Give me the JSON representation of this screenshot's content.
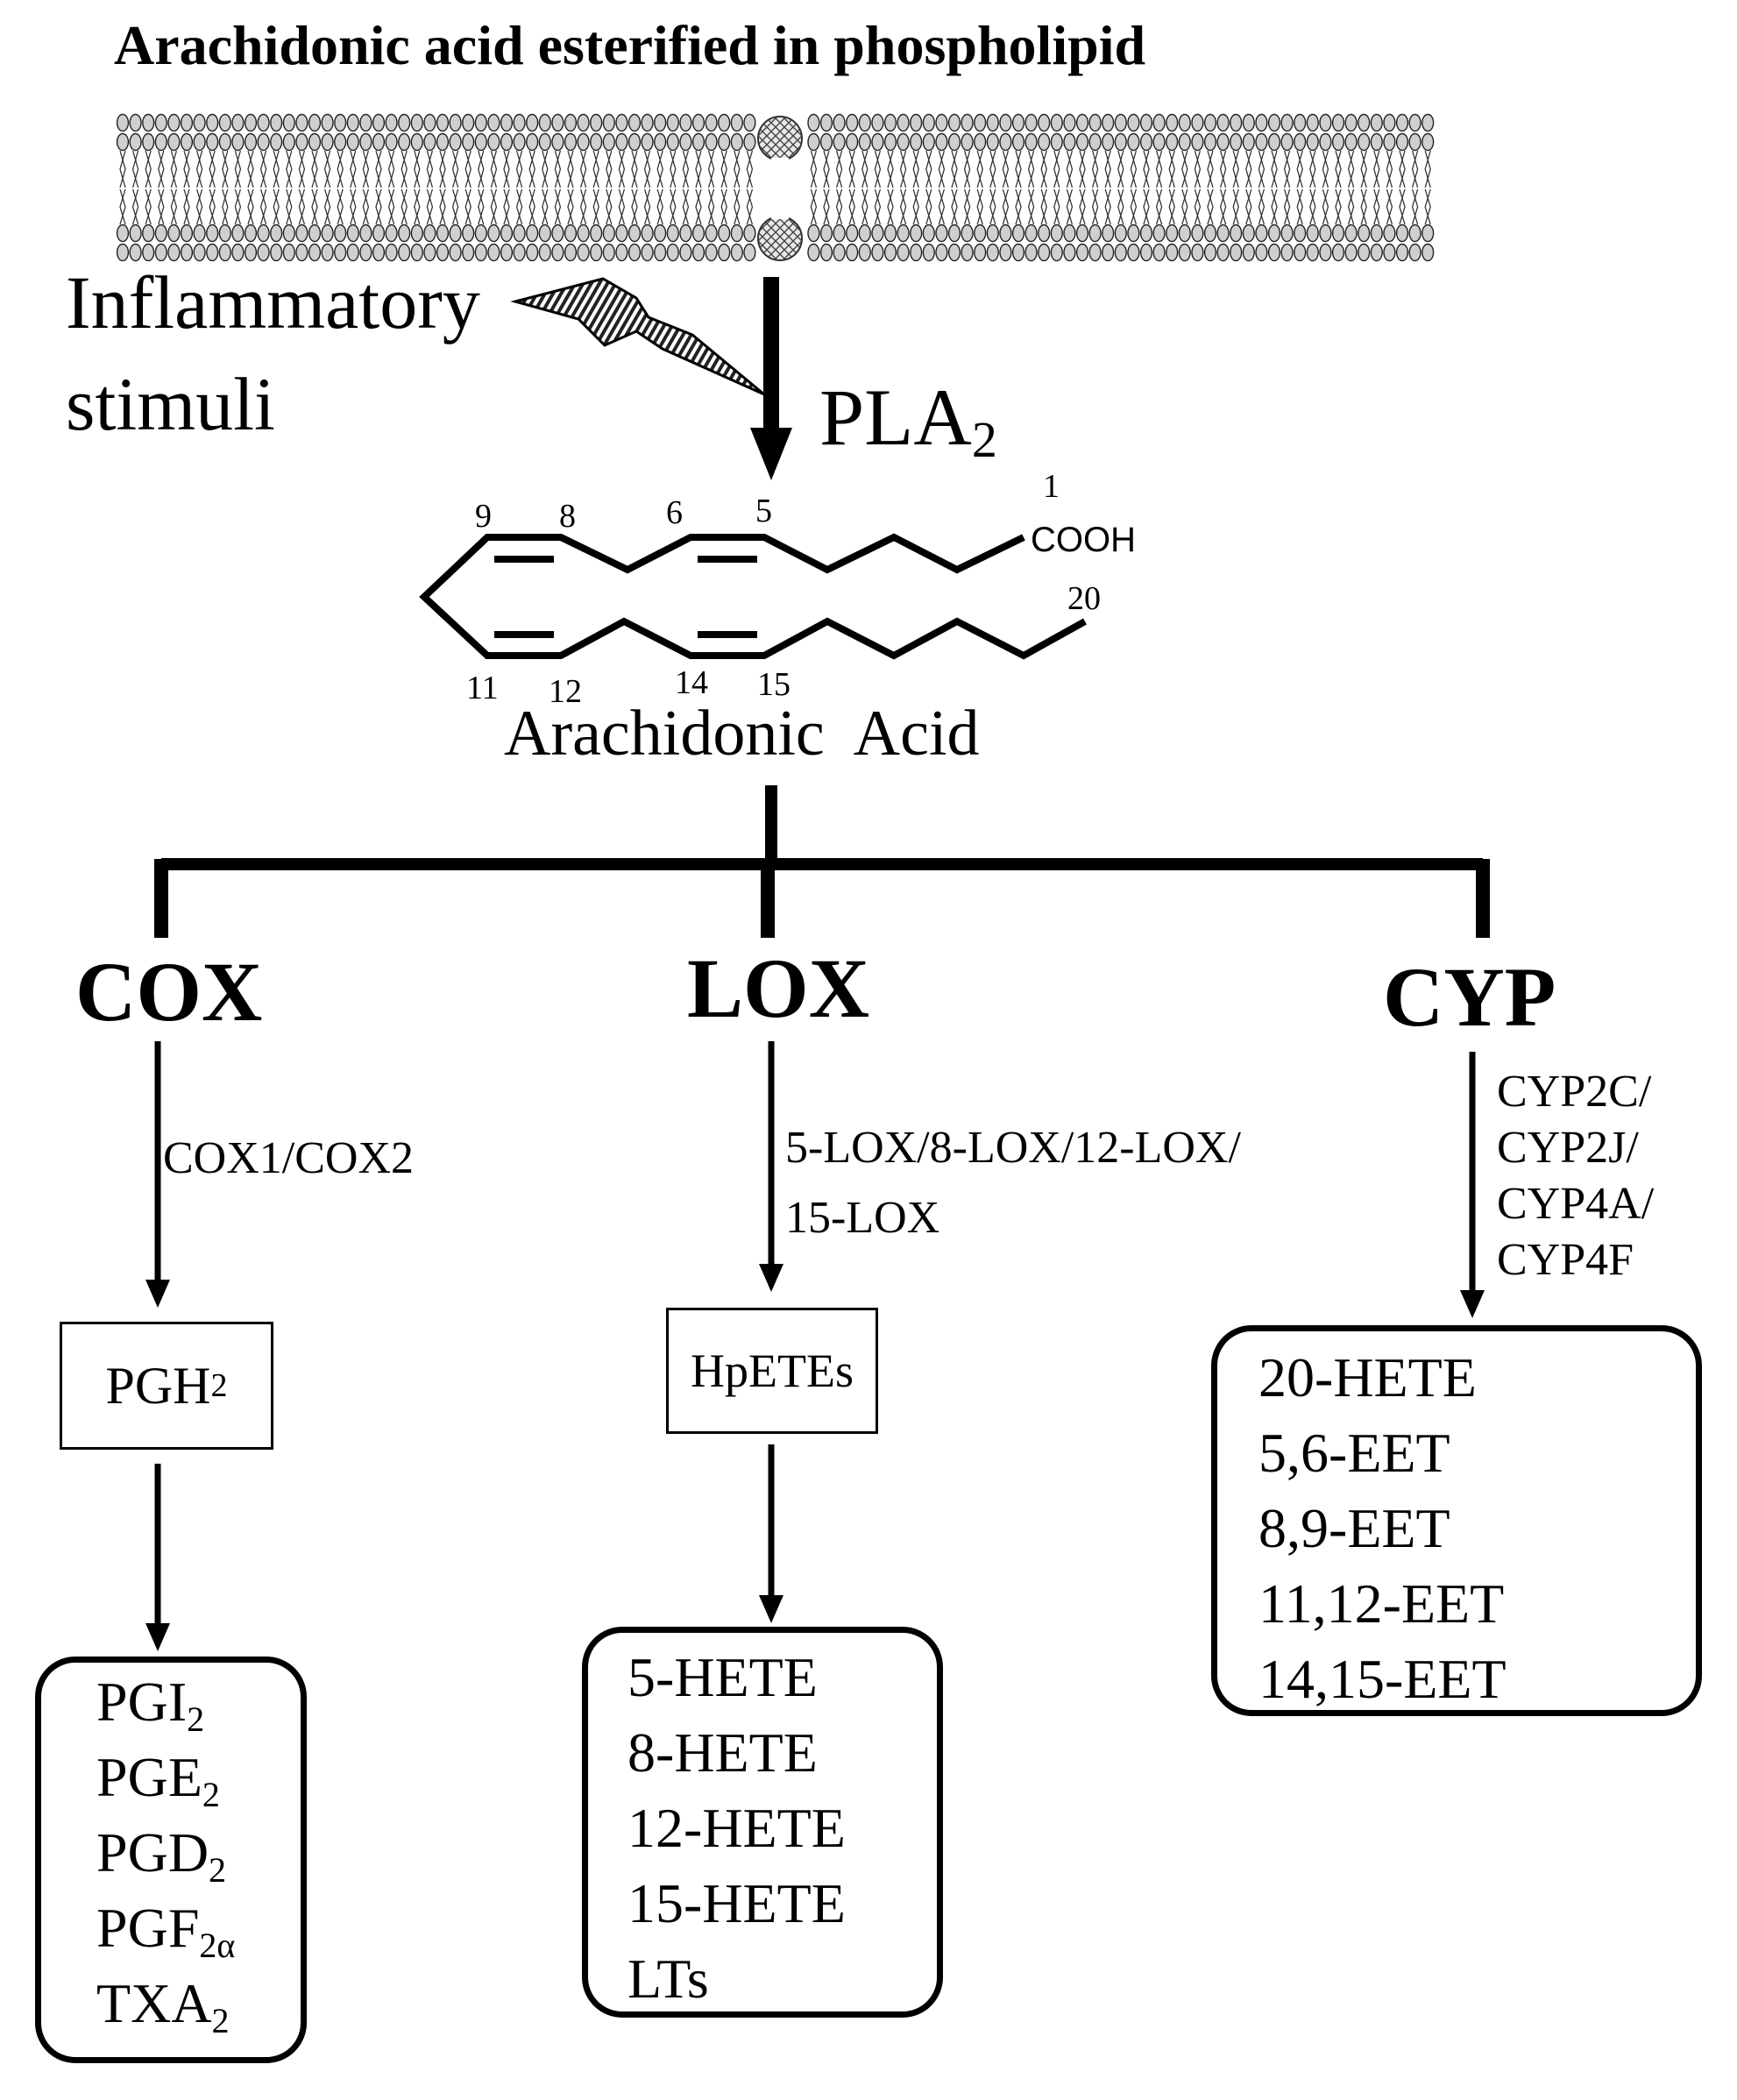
{
  "title": "Arachidonic acid esterified in phospholipid",
  "stimuli": {
    "line1": "Inflammatory",
    "line2": "stimuli"
  },
  "enzyme_pla": {
    "main": "PLA",
    "sub": "2"
  },
  "carbon_numbers": {
    "c1": "1",
    "c5": "5",
    "c6": "6",
    "c8": "8",
    "c9": "9",
    "c11": "11",
    "c12": "12",
    "c14": "14",
    "c15": "15",
    "c20": "20"
  },
  "carboxyl": "COOH",
  "molecule_name": "Arachidonic  Acid",
  "branches": {
    "cox": {
      "label": "COX",
      "enzymes": [
        "COX1/COX2"
      ],
      "intermediate": {
        "main": "PGH",
        "sub": "2"
      },
      "products": [
        {
          "main": "PGI",
          "sub": "2"
        },
        {
          "main": "PGE",
          "sub": "2"
        },
        {
          "main": "PGD",
          "sub": "2"
        },
        {
          "main": "PGF",
          "sub": "2α"
        },
        {
          "main": "TXA",
          "sub": "2"
        }
      ]
    },
    "lox": {
      "label": "LOX",
      "enzymes": [
        "5-LOX/8-LOX/12-LOX/",
        "15-LOX"
      ],
      "intermediate": {
        "main": "HpETEs",
        "sub": ""
      },
      "products": [
        {
          "main": "5-HETE",
          "sub": ""
        },
        {
          "main": "8-HETE",
          "sub": ""
        },
        {
          "main": "12-HETE",
          "sub": ""
        },
        {
          "main": "15-HETE",
          "sub": ""
        },
        {
          "main": "LTs",
          "sub": ""
        }
      ]
    },
    "cyp": {
      "label": "CYP",
      "enzymes": [
        "CYP2C/",
        "CYP2J/",
        "CYP4A/",
        "CYP4F"
      ],
      "products": [
        {
          "main": "20-HETE",
          "sub": ""
        },
        {
          "main": "5,6-EET",
          "sub": ""
        },
        {
          "main": "8,9-EET",
          "sub": ""
        },
        {
          "main": "11,12-EET",
          "sub": ""
        },
        {
          "main": "14,15-EET",
          "sub": ""
        }
      ]
    }
  }
}
